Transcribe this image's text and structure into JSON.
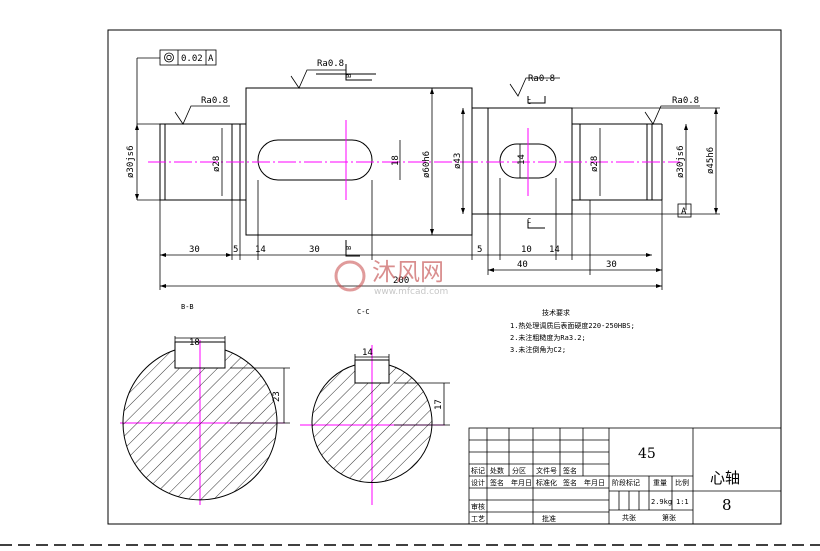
{
  "geometric_tolerance": {
    "symbol": "◎",
    "value": "0.02",
    "datum": "A"
  },
  "datum_label": "A",
  "roughness_labels": [
    "Ra0.8",
    "Ra0.8",
    "Ra0.8",
    "Ra0.8"
  ],
  "diameters": {
    "left_journal": "ø30js6",
    "left_inner": "ø28",
    "collar": "ø60h6",
    "keyway_width": "18",
    "mid_section": "ø43",
    "mid_key": "14",
    "right_inner": "ø28",
    "right_journal": "ø30js6",
    "right_fit": "ø45h6"
  },
  "lengths": {
    "l1": "30",
    "l2": "5",
    "l3": "14",
    "l4": "30",
    "l5": "5",
    "l6": "10",
    "l7": "14",
    "l8": "30",
    "l9": "40",
    "total": "200"
  },
  "section_cut_labels": {
    "b": "B",
    "c": "C"
  },
  "section_b": {
    "title": "B-B",
    "key_width": "18",
    "depth": "23"
  },
  "section_c": {
    "title": "C-C",
    "key_width": "14",
    "depth": "17"
  },
  "tech_requirements": {
    "title": "技术要求",
    "items": [
      "1.热处理调质后表面硬度220-250HBS;",
      "2.未注粗糙度为Ra3.2;",
      "3.未注倒角为C2;"
    ]
  },
  "watermark": {
    "brand": "沐风网",
    "url": "www.mfcad.com"
  },
  "title_block": {
    "material": "45",
    "part_name": "心轴",
    "drawing_no": "8",
    "weight": "2.9kg",
    "scale": "1:1",
    "headers": {
      "mark": "标记",
      "count": "处数",
      "zone": "分区",
      "change_doc": "文件号",
      "signature": "签名",
      "date": "年月日",
      "design": "设计",
      "std": "标准化",
      "stage_mark": "阶段标记",
      "weight_h": "重量",
      "scale_h": "比例",
      "review": "审核",
      "process": "工艺",
      "approve": "批准",
      "total_sheets": "共张",
      "sheet": "第张"
    }
  },
  "colors": {
    "line": "#000000",
    "centerline": "#ff00ff",
    "hatch": "#000000",
    "watermark": "#c84a4a"
  }
}
